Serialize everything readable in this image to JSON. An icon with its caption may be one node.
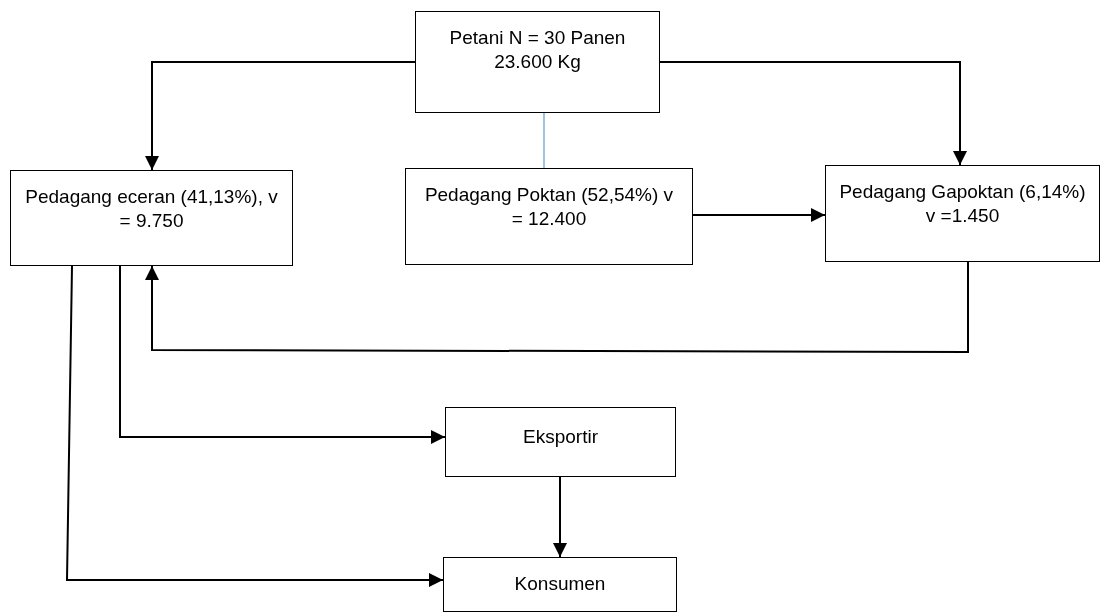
{
  "diagram": {
    "nodes": [
      {
        "text": [
          "Petani N = 30 Panen 23.600 Kg"
        ]
      },
      {
        "text": [
          "Pedagang eceran (41,13%), v = 9.750"
        ]
      },
      {
        "text": [
          "Pedagang Poktan (52,54%) v = 12.400"
        ]
      },
      {
        "text": [
          "Pedagang Gapoktan (6,14%) v =1.450"
        ]
      },
      {
        "text": [
          "Eksportir"
        ]
      },
      {
        "text": [
          "Konsumen"
        ]
      }
    ],
    "edges": [
      {
        "from": 0,
        "to": 1,
        "arrow": "to"
      },
      {
        "from": 0,
        "to": 3,
        "arrow": "to"
      },
      {
        "from": 0,
        "to": 2,
        "arrow": "none",
        "color": "#5b9bd5"
      },
      {
        "from": 2,
        "to": 3,
        "arrow": "to"
      },
      {
        "from": 3,
        "to": 1,
        "arrow": "to"
      },
      {
        "from": 1,
        "to": 4,
        "arrow": "to"
      },
      {
        "from": 4,
        "to": 5,
        "arrow": "to"
      },
      {
        "from": 1,
        "to": 5,
        "arrow": "to"
      }
    ]
  }
}
